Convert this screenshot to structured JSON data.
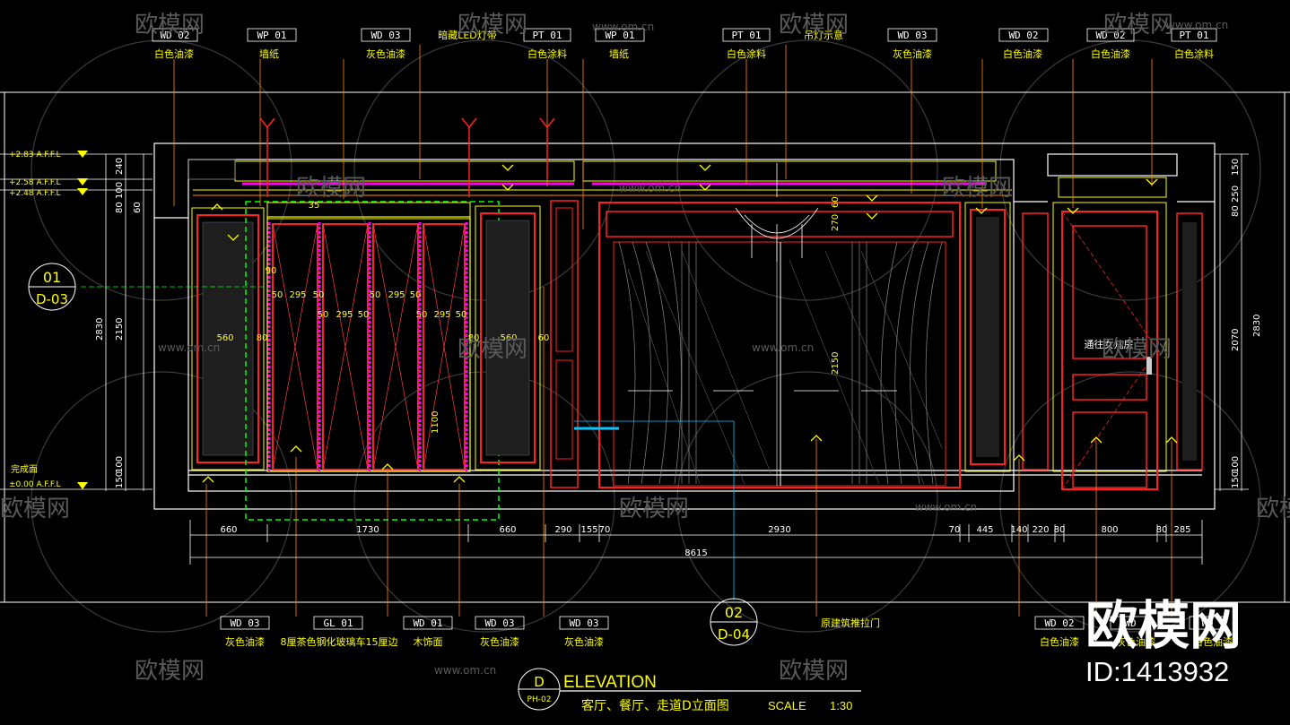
{
  "watermark": {
    "text": "欧模网",
    "url": "www.om.cn",
    "brand": "欧模网",
    "id": "ID:1413932"
  },
  "top_tags": [
    {
      "code": "WD 02",
      "label": "白色油漆"
    },
    {
      "code": "WP 01",
      "label": "墙纸"
    },
    {
      "code": "WD 03",
      "label": "灰色油漆"
    },
    {
      "code": "",
      "label": "暗藏LED灯带"
    },
    {
      "code": "PT 01",
      "label": "白色涂料"
    },
    {
      "code": "WP 01",
      "label": "墙纸"
    },
    {
      "code": "PT 01",
      "label": "白色涂料"
    },
    {
      "code": "",
      "label": "吊灯示意"
    },
    {
      "code": "WD 03",
      "label": "灰色油漆"
    },
    {
      "code": "WD 02",
      "label": "白色油漆"
    },
    {
      "code": "WD 02",
      "label": "白色油漆"
    },
    {
      "code": "PT 01",
      "label": "白色涂料"
    }
  ],
  "bottom_tags": [
    {
      "code": "WD 03",
      "label": "灰色油漆"
    },
    {
      "code": "GL 01",
      "label": "8厘茶色钢化玻璃车15厘边"
    },
    {
      "code": "WD 01",
      "label": "木饰面"
    },
    {
      "code": "WD 03",
      "label": "灰色油漆"
    },
    {
      "code": "WD 03",
      "label": "灰色油漆"
    },
    {
      "code": "",
      "label": "原建筑推拉门"
    },
    {
      "code": "WD 02",
      "label": "白色油漆"
    },
    {
      "code": "WD",
      "label": "灰色油漆"
    },
    {
      "code": "WD",
      "label": "白色油漆"
    }
  ],
  "levels": [
    "+2.83 A.F.F.L",
    "+2.58 A.F.F.L",
    "+2.48 A.F.F.L",
    "完成面",
    "±0.00 A.F.F.L"
  ],
  "left_dims": [
    "240",
    "100",
    "80",
    "60",
    "2830",
    "2150",
    "150",
    "100"
  ],
  "right_dims": [
    "150",
    "250",
    "80",
    "2070",
    "2830",
    "150",
    "100"
  ],
  "bottom_dims": [
    "660",
    "1730",
    "660",
    "290",
    "155",
    "70",
    "2930",
    "70",
    "445",
    "140",
    "220",
    "80",
    "800",
    "80",
    "285"
  ],
  "total_dim": "8615",
  "inner_dims": [
    "35",
    "90",
    "50",
    "295",
    "50",
    "50",
    "295",
    "50",
    "50",
    "295",
    "50",
    "50",
    "295",
    "50",
    "560",
    "80",
    "80",
    "560",
    "60",
    "1100",
    "270",
    "60",
    "2150"
  ],
  "callouts": [
    {
      "top": "01",
      "bottom": "D-03"
    },
    {
      "top": "02",
      "bottom": "D-04"
    }
  ],
  "door_label": "通往女儿房",
  "title": {
    "letter": "D",
    "sheet": "PH-02",
    "heading": "ELEVATION",
    "subtitle": "客厅、餐厅、走道D立面图",
    "scale_label": "SCALE",
    "scale_value": "1:30"
  },
  "colors": {
    "background": "#000000",
    "outline": "#ffffff",
    "text": "#ffff00",
    "red": "#ff2020",
    "magenta": "#ff00ff",
    "green": "#00ff00",
    "cyan": "#00c8ff",
    "dim_line": "#ff8c00",
    "grey": "#8a8a8a"
  }
}
